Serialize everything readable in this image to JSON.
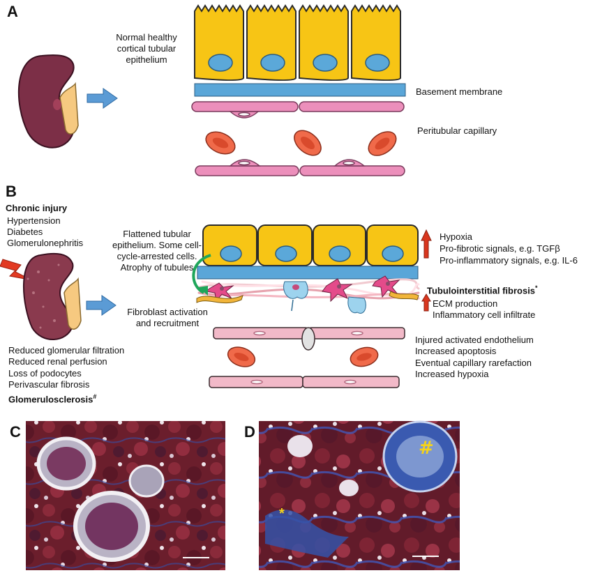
{
  "colors": {
    "cell_fill": "#f7c515",
    "nucleus": "#5ba8d9",
    "membrane": "#5aa6d8",
    "capillary": "#ec8fbb",
    "rbc": "#f06a4a",
    "kidney": "#7c2f47",
    "arrow_blue": "#5b9bd5",
    "arrow_red": "#d9361e",
    "histology_bg": "#6b1e2c",
    "marker_yellow": "#f5d31a"
  },
  "panel_a": {
    "letter": "A",
    "epithelium_label": "Normal healthy cortical tubular epithelium",
    "basement_label": "Basement membrane",
    "capillary_label": "Peritubular capillary"
  },
  "panel_b": {
    "letter": "B",
    "chronic_title": "Chronic injury",
    "causes": [
      "Hypertension",
      "Diabetes",
      "Glomerulonephritis"
    ],
    "flattened_label": "Flattened tubular epithelium. Some cell-cycle-arrested cells. Atrophy of tubules",
    "fibroblast_label": "Fibroblast activation and recruitment",
    "upregulated": [
      "Hypoxia",
      "Pro-fibrotic signals, e.g. TGFβ",
      "Pro-inflammatory signals, e.g. IL-6"
    ],
    "fibrosis_title": "Tubulointerstitial fibrosis",
    "fibrosis_mark": "*",
    "ecm_items": [
      "ECM production",
      "Inflammatory cell infiltrate"
    ],
    "endothelium_items": [
      "Injured activated endothelium",
      "Increased apoptosis",
      "Eventual capillary rarefaction",
      "Increased hypoxia"
    ],
    "glomerular_items": [
      "Reduced glomerular filtration",
      "Reduced renal perfusion",
      "Loss of podocytes",
      "Perivascular fibrosis"
    ],
    "glomerulosclerosis": "Glomerulosclerosis",
    "glomerulosclerosis_mark": "#"
  },
  "panel_c": {
    "letter": "C"
  },
  "panel_d": {
    "letter": "D",
    "hash_marker": "#",
    "star_marker": "*"
  }
}
